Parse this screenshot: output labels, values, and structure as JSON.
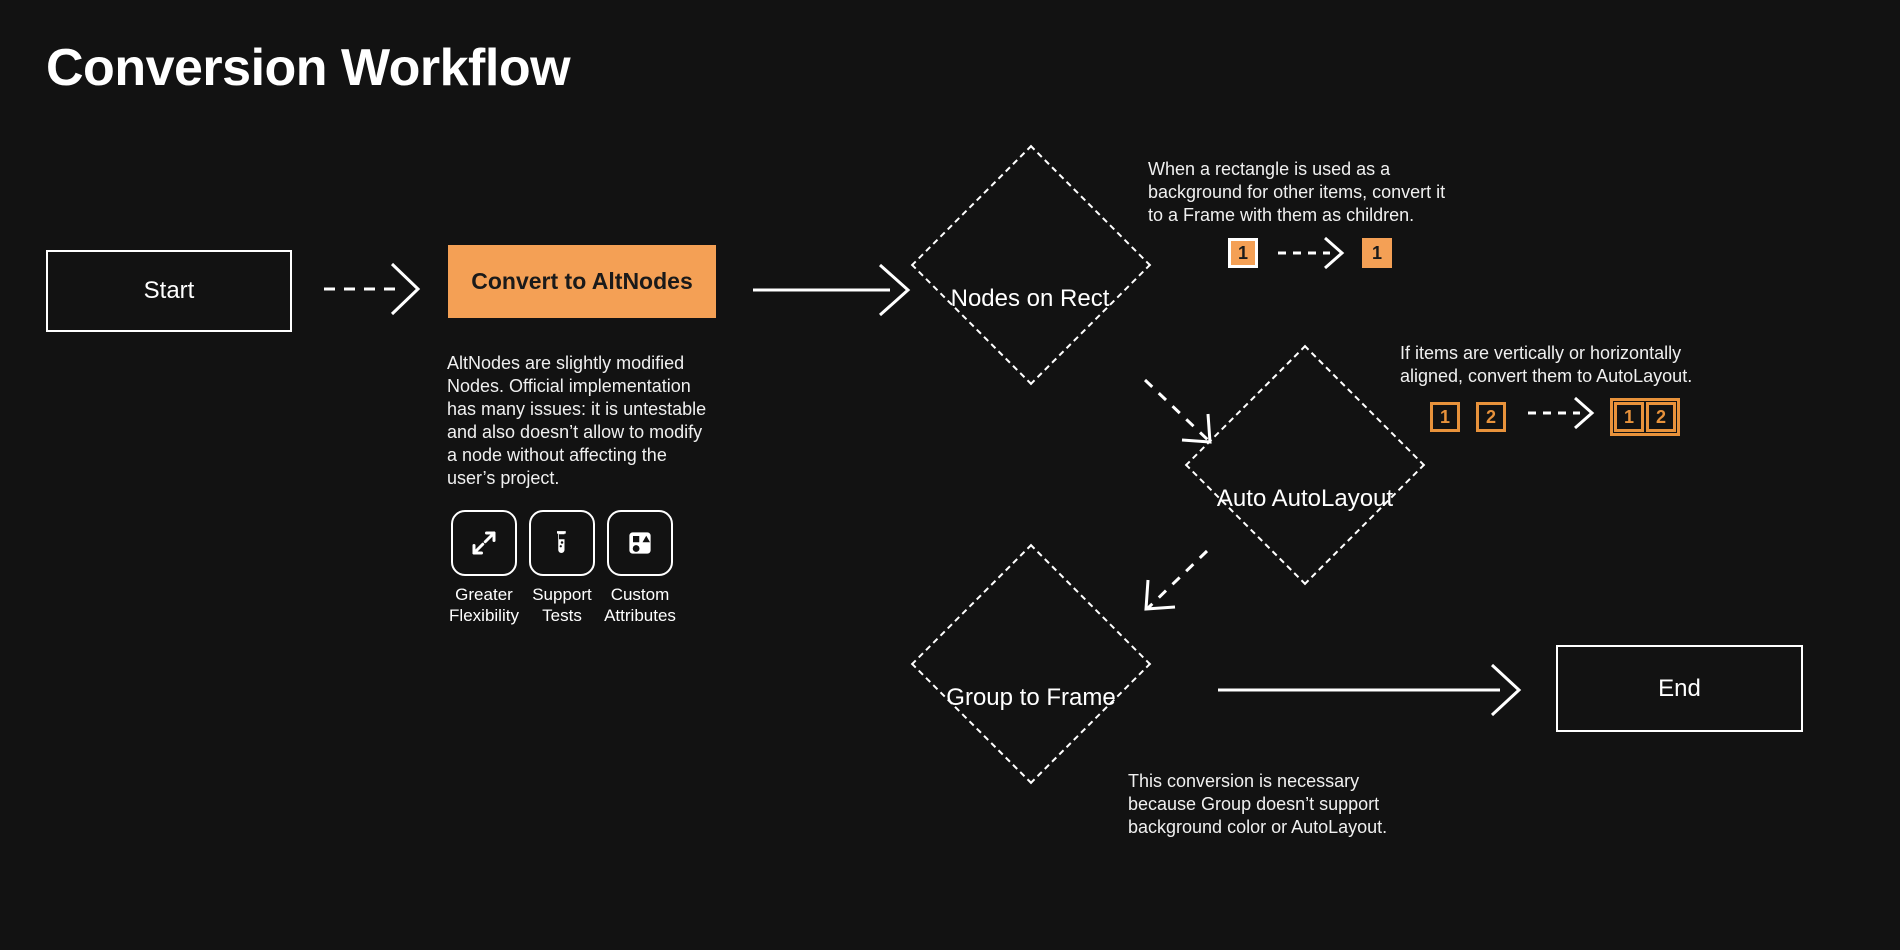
{
  "page": {
    "title": "Conversion Workflow",
    "background_color": "#121212",
    "accent_color": "#F4A055",
    "accent_outline_color": "#E8923B",
    "text_color": "#ffffff"
  },
  "flow": {
    "start_label": "Start",
    "end_label": "End",
    "process_label": "Convert to AltNodes",
    "decisions": [
      {
        "label": "Nodes on Rect"
      },
      {
        "label": "Auto AutoLayout"
      },
      {
        "label": "Group to Frame"
      }
    ]
  },
  "notes": {
    "altnodes": "AltNodes are slightly modified Nodes. Official implementation has many issues: it is untestable and also doesn’t allow to modify a node without affecting the user’s project.",
    "nodes_on_rect": "When a rectangle is used as a background for other items, convert it to a Frame with them as children.",
    "auto_autolayout": "If items are vertically or horizontally aligned, convert them to AutoLayout.",
    "group_to_frame": "This conversion is necessary because Group doesn’t support background color or AutoLayout."
  },
  "features": [
    {
      "icon": "expand-arrows-icon",
      "label": "Greater\nFlexibility"
    },
    {
      "icon": "test-tube-icon",
      "label": "Support\nTests"
    },
    {
      "icon": "custom-attributes-icon",
      "label": "Custom\nAttributes"
    }
  ],
  "badges": {
    "nodes_on_rect": {
      "before": [
        {
          "value": "1",
          "style": "solid-ring"
        }
      ],
      "after": [
        {
          "value": "1",
          "style": "solid"
        }
      ]
    },
    "auto_autolayout": {
      "before": [
        {
          "value": "1",
          "style": "outline"
        },
        {
          "value": "2",
          "style": "outline"
        }
      ],
      "after": [
        {
          "value": "1",
          "style": "outline"
        },
        {
          "value": "2",
          "style": "outline"
        }
      ]
    }
  },
  "connectors": [
    {
      "from": "start",
      "to": "convert",
      "style": "dashed"
    },
    {
      "from": "convert",
      "to": "nodes-on-rect",
      "style": "solid"
    },
    {
      "from": "nodes-on-rect",
      "to": "auto-autolayout",
      "style": "dashed"
    },
    {
      "from": "auto-autolayout",
      "to": "group-to-frame",
      "style": "dashed"
    },
    {
      "from": "group-to-frame",
      "to": "end",
      "style": "solid"
    },
    {
      "from": "badge-before-1",
      "to": "badge-after-1",
      "style": "dashed"
    },
    {
      "from": "badge-before-2",
      "to": "badge-after-2",
      "style": "dashed"
    }
  ]
}
